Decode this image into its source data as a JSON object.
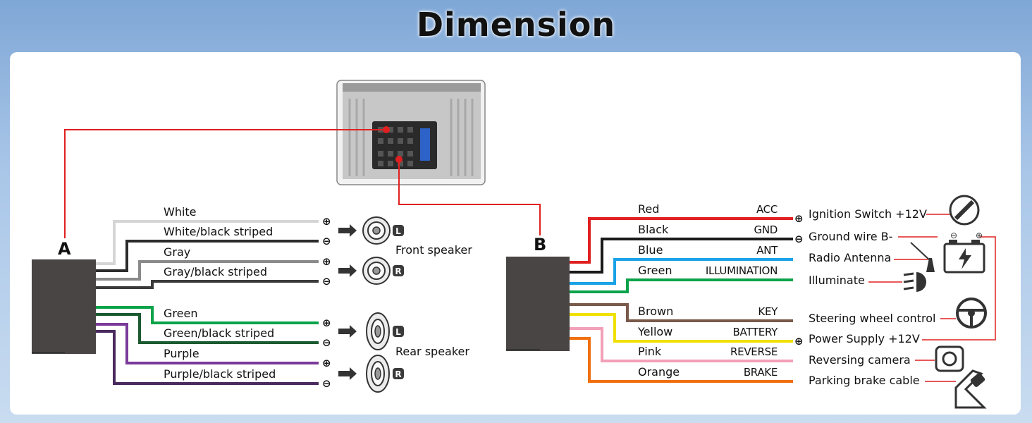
{
  "title": "Dimension",
  "connector_a": {
    "label": "A",
    "wires": [
      {
        "name": "White",
        "color": "#d5d5d5"
      },
      {
        "name": "White/black striped",
        "color": "#2b2b2b"
      },
      {
        "name": "Gray",
        "color": "#8a8a8a"
      },
      {
        "name": "Gray/black striped",
        "color": "#3a3a3a"
      },
      {
        "name": "Green",
        "color": "#0aa34a"
      },
      {
        "name": "Green/black striped",
        "color": "#1c5a30"
      },
      {
        "name": "Purple",
        "color": "#7a3a9a"
      },
      {
        "name": "Purple/black striped",
        "color": "#4a2a5e"
      }
    ],
    "speakers": [
      {
        "group": "Front speaker",
        "side": "L"
      },
      {
        "group": "Front speaker",
        "side": "R"
      },
      {
        "group": "Rear speaker",
        "side": "L"
      },
      {
        "group": "Rear speaker",
        "side": "R"
      }
    ],
    "front_label": "Front speaker",
    "rear_label": "Rear speaker",
    "plus": "⊕",
    "minus": "⊖"
  },
  "connector_b": {
    "label": "B",
    "wires": [
      {
        "name": "Red",
        "code": "ACC",
        "color": "#e02020",
        "sign": "⊕",
        "target": "Ignition Switch +12V"
      },
      {
        "name": "Black",
        "code": "GND",
        "color": "#1a1a1a",
        "sign": "⊖",
        "target": "Ground wire B-"
      },
      {
        "name": "Blue",
        "code": "ANT",
        "color": "#1aa3e6",
        "sign": "",
        "target": "Radio Antenna"
      },
      {
        "name": "Green",
        "code": "ILLUMINATION",
        "color": "#0aa34a",
        "sign": "",
        "target": "Illuminate"
      },
      {
        "name": "Brown",
        "code": "KEY",
        "color": "#7a5a4a",
        "sign": "",
        "target": "Steering wheel control"
      },
      {
        "name": "Yellow",
        "code": "BATTERY",
        "color": "#f0e000",
        "sign": "⊕",
        "target": "Power Supply +12V"
      },
      {
        "name": "Pink",
        "code": "REVERSE",
        "color": "#f2a0b8",
        "sign": "",
        "target": "Reversing camera"
      },
      {
        "name": "Orange",
        "code": "BRAKE",
        "color": "#f07010",
        "sign": "",
        "target": "Parking brake cable"
      }
    ]
  },
  "colors": {
    "pointer": "#e02020",
    "connector": "#4a4545",
    "background": "#ffffff"
  },
  "icons": [
    "ignition-key-icon",
    "battery-icon",
    "antenna-icon",
    "headlight-icon",
    "steering-wheel-icon",
    "reversing-camera-icon",
    "parking-brake-icon",
    "speaker-icon",
    "arrow-right-icon"
  ]
}
